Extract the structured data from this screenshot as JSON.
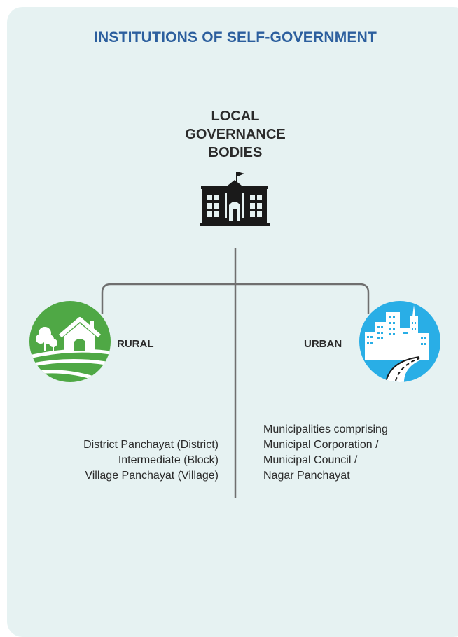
{
  "title": "INSTITUTIONS OF SELF-GOVERNMENT",
  "heading": {
    "lines": [
      "LOCAL",
      "GOVERNANCE",
      "BODIES"
    ]
  },
  "rural": {
    "label": "RURAL",
    "items": [
      "District Panchayat (District)",
      "Intermediate (Block)",
      "Village Panchayat (Village)"
    ]
  },
  "urban": {
    "label": "URBAN",
    "items": [
      "Municipalities comprising",
      "Municipal Corporation /",
      "Municipal Council /",
      "Nagar Panchayat"
    ]
  },
  "icons": {
    "center": "government-building-icon",
    "rural": "farmhouse-field-icon",
    "urban": "city-skyline-road-icon"
  },
  "colors": {
    "title": "#2c5f9e",
    "card_background": "#e6f2f2",
    "rural_badge": "#4fa845",
    "urban_badge": "#29aee6",
    "connector": "#6f6f6f",
    "text": "#2b2b2b"
  }
}
